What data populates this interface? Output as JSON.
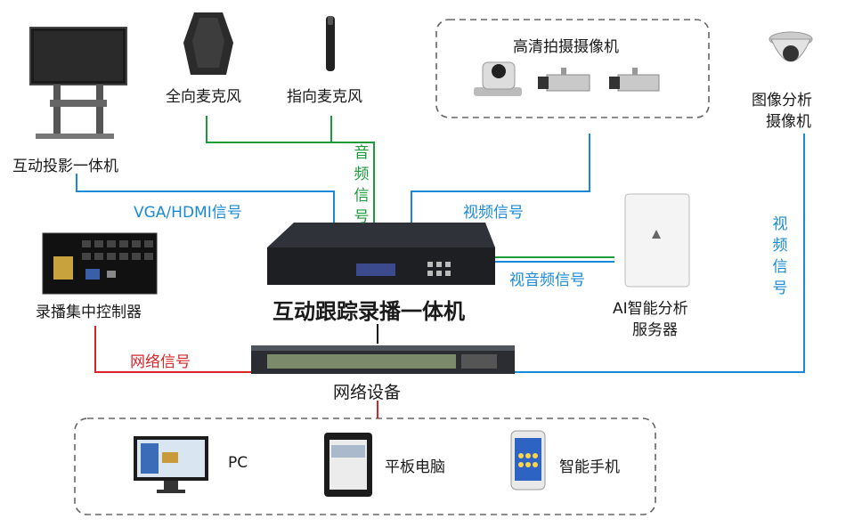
{
  "devices": {
    "interactive_display": "互动投影一体机",
    "omni_mic": "全向麦克风",
    "directional_mic": "指向麦克风",
    "hd_camera_group": "高清拍摄摄像机",
    "analysis_camera_line1": "图像分析",
    "analysis_camera_line2": "摄像机",
    "control_unit": "录播集中控制器",
    "main_unit": "互动跟踪录播一体机",
    "ai_server_line1": "AI智能分析",
    "ai_server_line2": "服务器",
    "network": "网络设备",
    "pc": "PC",
    "tablet": "平板电脑",
    "phone": "智能手机"
  },
  "signals": {
    "vga_hdmi": "VGA/HDMI信号",
    "audio": [
      "音",
      "频",
      "信",
      "号"
    ],
    "video_top": "视频信号",
    "av_signal": "视音频信号",
    "video_right": [
      "视",
      "频",
      "信",
      "号"
    ],
    "network_signal": "网络信号"
  },
  "colors": {
    "video_line": "#1a8ad8",
    "audio_line": "#1a9a3a",
    "network_line": "#d8252a",
    "black_line": "#111111",
    "dashed_border": "#666666"
  }
}
